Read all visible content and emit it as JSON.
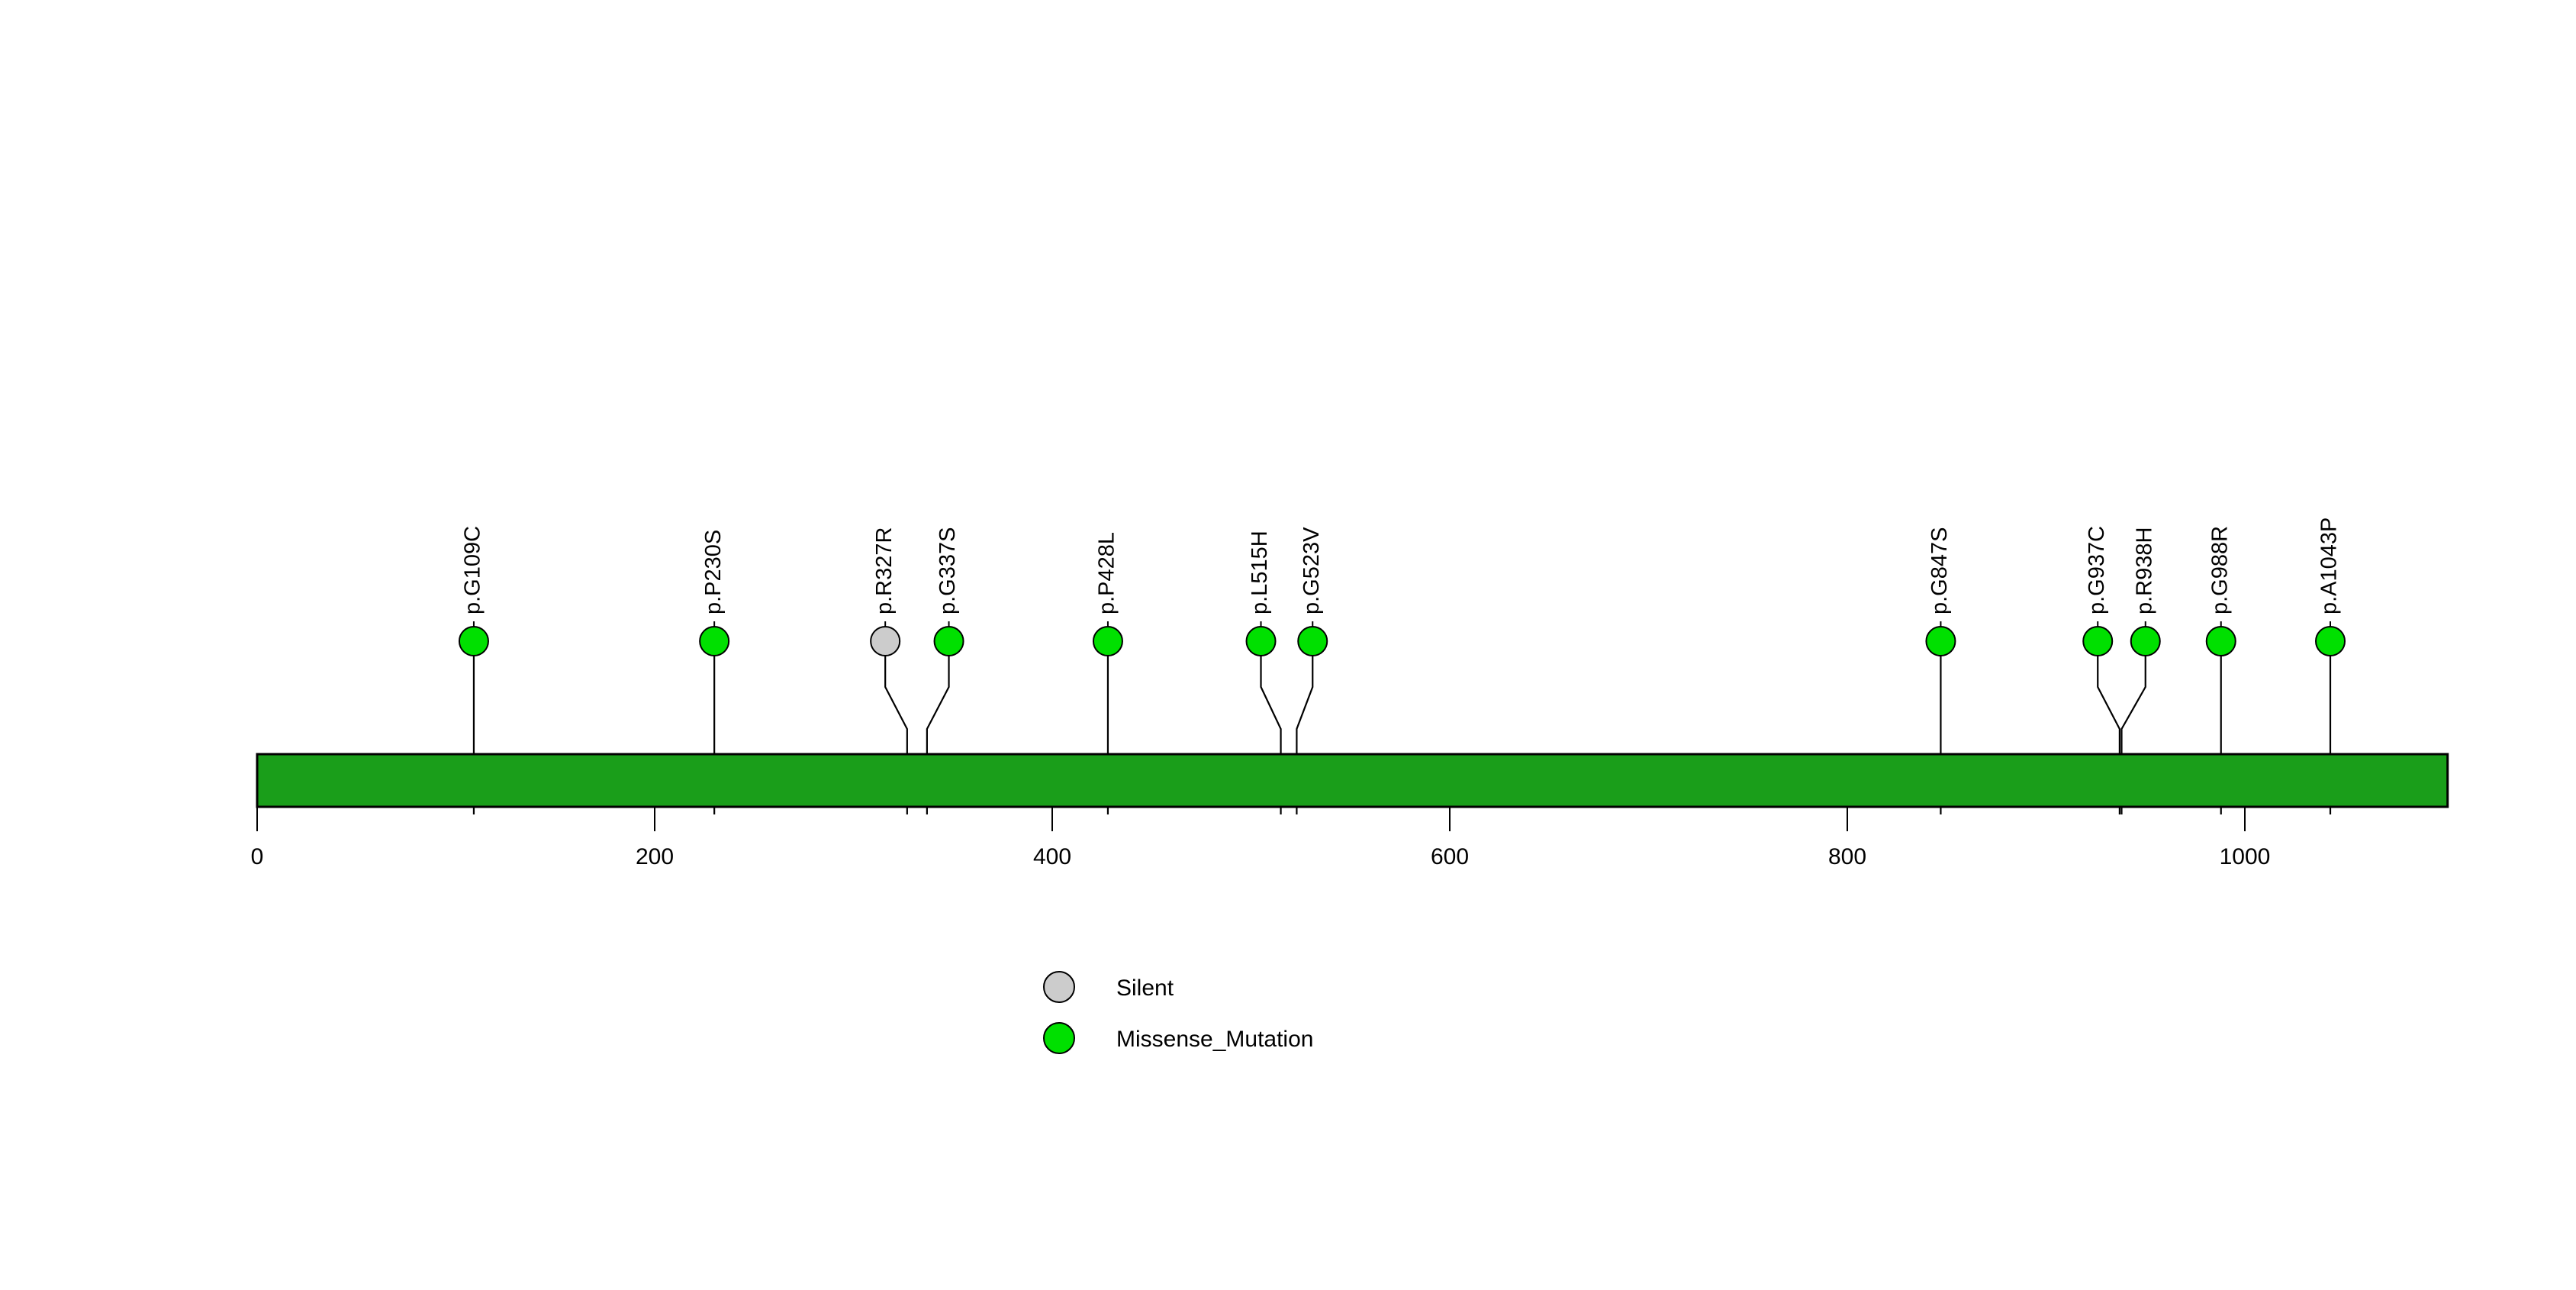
{
  "chart_data": {
    "type": "scatter",
    "plot_kind": "lollipop-protein-mutation-diagram",
    "title": "",
    "subtitle": "",
    "xlabel": "",
    "ylabel": "",
    "xlim": [
      0,
      1102
    ],
    "grid": false,
    "axis": {
      "tick_values": [
        0,
        200,
        400,
        600,
        800,
        1000
      ],
      "tick_labels": [
        "0",
        "200",
        "400",
        "600",
        "800",
        "1000"
      ]
    },
    "protein_bar": {
      "start": 0,
      "end": 1102,
      "color": "#1A9E1A",
      "border_color": "#000000",
      "label": ""
    },
    "categories": [
      "p.G109C",
      "p.P230S",
      "p.R327R",
      "p.G337S",
      "p.P428L",
      "p.L515H",
      "p.G523V",
      "p.G847S",
      "p.G937C",
      "p.R938H",
      "p.G988R",
      "p.A1043P"
    ],
    "positions": [
      109,
      230,
      327,
      337,
      428,
      515,
      523,
      847,
      937,
      938,
      988,
      1043
    ],
    "values": [
      1,
      1,
      1,
      1,
      1,
      1,
      1,
      1,
      1,
      1,
      1,
      1
    ],
    "mutations": [
      {
        "label": "p.G109C",
        "position": 109,
        "count": 1,
        "type": "Missense_Mutation",
        "color": "#00E000",
        "head_x": 109,
        "label_x": 109
      },
      {
        "label": "p.P230S",
        "position": 230,
        "count": 1,
        "type": "Missense_Mutation",
        "color": "#00E000",
        "head_x": 230,
        "label_x": 230
      },
      {
        "label": "p.R327R",
        "position": 327,
        "count": 1,
        "type": "Silent",
        "color": "#CCCCCC",
        "head_x": 316,
        "label_x": 316
      },
      {
        "label": "p.G337S",
        "position": 337,
        "count": 1,
        "type": "Missense_Mutation",
        "color": "#00E000",
        "head_x": 348,
        "label_x": 348
      },
      {
        "label": "p.P428L",
        "position": 428,
        "count": 1,
        "type": "Missense_Mutation",
        "color": "#00E000",
        "head_x": 428,
        "label_x": 428
      },
      {
        "label": "p.L515H",
        "position": 515,
        "count": 1,
        "type": "Missense_Mutation",
        "color": "#00E000",
        "head_x": 505,
        "label_x": 505
      },
      {
        "label": "p.G523V",
        "position": 523,
        "count": 1,
        "type": "Missense_Mutation",
        "color": "#00E000",
        "head_x": 531,
        "label_x": 531
      },
      {
        "label": "p.G847S",
        "position": 847,
        "count": 1,
        "type": "Missense_Mutation",
        "color": "#00E000",
        "head_x": 847,
        "label_x": 847
      },
      {
        "label": "p.G937C",
        "position": 937,
        "count": 1,
        "type": "Missense_Mutation",
        "color": "#00E000",
        "head_x": 926,
        "label_x": 926
      },
      {
        "label": "p.R938H",
        "position": 938,
        "count": 1,
        "type": "Missense_Mutation",
        "color": "#00E000",
        "head_x": 950,
        "label_x": 950
      },
      {
        "label": "p.G988R",
        "position": 988,
        "count": 1,
        "type": "Missense_Mutation",
        "color": "#00E000",
        "head_x": 988,
        "label_x": 988
      },
      {
        "label": "p.A1043P",
        "position": 1043,
        "count": 1,
        "type": "Missense_Mutation",
        "color": "#00E000",
        "head_x": 1043,
        "label_x": 1043
      }
    ],
    "legend": {
      "position": "bottom-center",
      "entries": [
        {
          "label": "Silent",
          "color": "#CCCCCC"
        },
        {
          "label": "Missense_Mutation",
          "color": "#00E000"
        }
      ]
    }
  },
  "colors": {
    "silent": "#CCCCCC",
    "missense": "#00E000",
    "protein_bar": "#1A9E1A",
    "stroke": "#000000",
    "background": "#FFFFFF"
  }
}
